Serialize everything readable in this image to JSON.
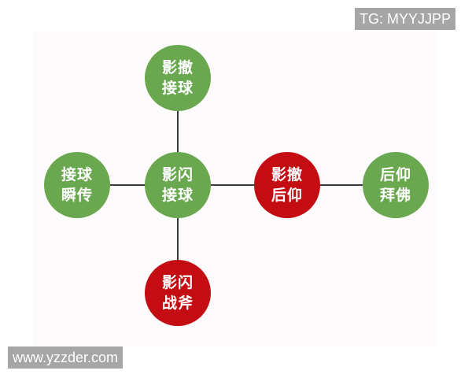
{
  "diagram": {
    "title": "",
    "colors": {
      "green": "#6aa84f",
      "red": "#c40d12",
      "connector": "#3a3a3a",
      "panel_background": "#fdfbfc"
    },
    "nodes": [
      {
        "id": "top",
        "line1": "影撤",
        "line2": "接球",
        "color": "green"
      },
      {
        "id": "left",
        "line1": "接球",
        "line2": "瞬传",
        "color": "green"
      },
      {
        "id": "center",
        "line1": "影闪",
        "line2": "接球",
        "color": "green"
      },
      {
        "id": "mid-right",
        "line1": "影撤",
        "line2": "后仰",
        "color": "red"
      },
      {
        "id": "far-right",
        "line1": "后仰",
        "line2": "拜佛",
        "color": "green"
      },
      {
        "id": "bottom",
        "line1": "影闪",
        "line2": "战斧",
        "color": "red"
      }
    ],
    "edges": [
      {
        "from": "center",
        "to": "top"
      },
      {
        "from": "center",
        "to": "left"
      },
      {
        "from": "center",
        "to": "mid-right"
      },
      {
        "from": "mid-right",
        "to": "far-right"
      },
      {
        "from": "center",
        "to": "bottom"
      }
    ]
  },
  "watermarks": {
    "top_right": "TG: MYYJJPP",
    "bottom_left": "www.yzzder.com"
  }
}
